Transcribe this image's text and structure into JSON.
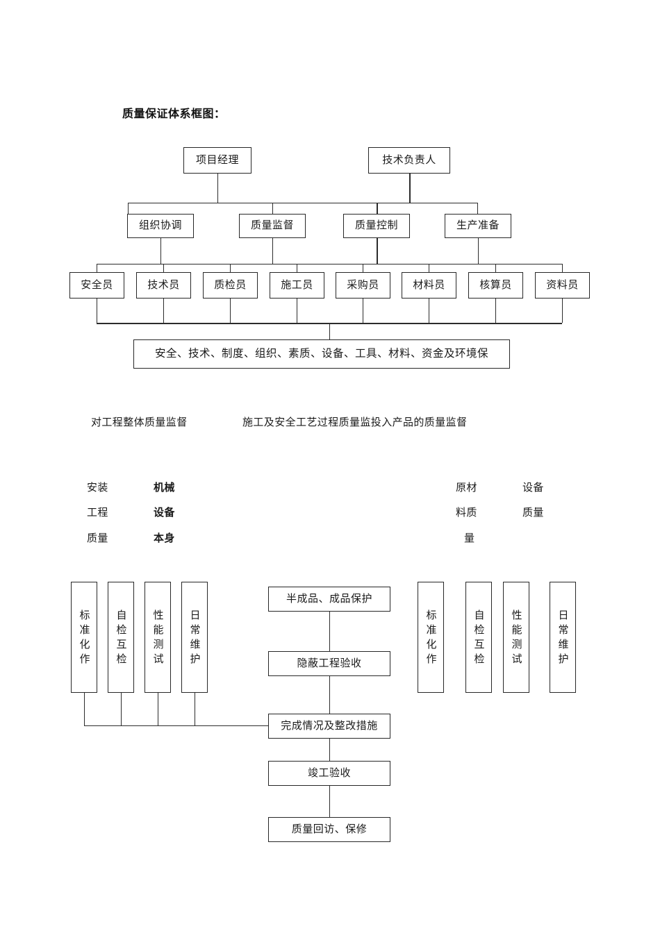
{
  "title": "质量保证体系框图：",
  "org_chart": {
    "level1": [
      {
        "label": "项目经理"
      },
      {
        "label": "技术负责人"
      }
    ],
    "level2": [
      {
        "label": "组织协调"
      },
      {
        "label": "质量监督"
      },
      {
        "label": "质量控制"
      },
      {
        "label": "生产准备"
      }
    ],
    "level3": [
      {
        "label": "安全员"
      },
      {
        "label": "技术员"
      },
      {
        "label": "质检员"
      },
      {
        "label": "施工员"
      },
      {
        "label": "采购员"
      },
      {
        "label": "材料员"
      },
      {
        "label": "核算员"
      },
      {
        "label": "资料员"
      }
    ],
    "footer": {
      "label": "安全、技术、制度、组织、素质、设备、工具、材料、资金及环境保"
    }
  },
  "captions": [
    {
      "label": "对工程整体质量监督"
    },
    {
      "label": "施工及安全工艺过程质量监投入产品的质量监督"
    }
  ],
  "word_columns": {
    "col1": [
      "安装",
      "工程",
      "质量"
    ],
    "col2": [
      "机械",
      "设备",
      "本身"
    ],
    "col3": [
      "原材",
      "料质",
      "量"
    ],
    "col4": [
      "设备",
      "质量"
    ]
  },
  "left_stack": [
    {
      "label": "标准化作"
    },
    {
      "label": "自检互检"
    },
    {
      "label": "性能测试"
    },
    {
      "label": "日常维护"
    }
  ],
  "right_stack": [
    {
      "label": "标准化作"
    },
    {
      "label": "自检互检"
    },
    {
      "label": "性能测试"
    },
    {
      "label": "日常维护"
    }
  ],
  "flow": [
    {
      "label": "半成品、成品保护"
    },
    {
      "label": "隐蔽工程验收"
    },
    {
      "label": "完成情况及整改措施"
    },
    {
      "label": "竣工验收"
    },
    {
      "label": "质量回访、保修"
    }
  ],
  "colors": {
    "ink": "#1a1a1a",
    "line": "#2b2b2b",
    "paper": "#ffffff"
  }
}
